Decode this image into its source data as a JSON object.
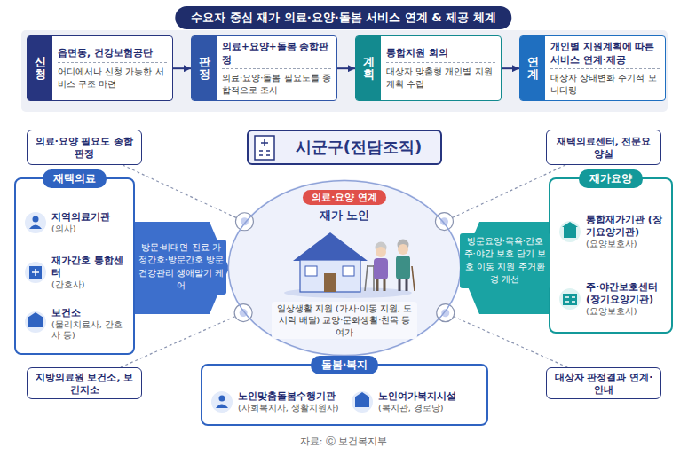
{
  "diagram": {
    "title": "수요자 중심 재가 의료·요양·돌봄 서비스 연계 & 제공 체계",
    "caption": "자료: ⓒ 보건복지부",
    "nodes": [
      {
        "text": [
          "신청",
          "읍면동, 건강보험공단",
          "어디에서나 신청 가능한 서비스 구조 마련"
        ]
      },
      {
        "text": [
          "판정",
          "의료+요양+돌봄 종합판정",
          "의료·요양·돌봄 필요도를 종합적으로 조사"
        ]
      },
      {
        "text": [
          "계획",
          "통합지원 회의",
          "대상자 맞춤형 개인별 지원계획 수립"
        ]
      },
      {
        "text": [
          "연계",
          "개인별 지원계획에 따른 서비스 연계·제공",
          "대상자 상태변화 주기적 모니터링"
        ]
      },
      {
        "text": [
          "의료·요양 필요도 종합판정"
        ]
      },
      {
        "text": [
          "시군구(전담조직)"
        ]
      },
      {
        "text": [
          "재택의료센터, 전문요양실"
        ]
      },
      {
        "text": [
          "재택의료"
        ]
      },
      {
        "text": [
          "지역의료기관",
          "(의사)"
        ],
        "in": 7
      },
      {
        "text": [
          "재가간호 통합센터",
          "(간호사)"
        ],
        "in": 7
      },
      {
        "text": [
          "보건소",
          "(물리치료사, 간호사 등)"
        ],
        "in": 7
      },
      {
        "text": [
          "의료·요양 연계",
          "재가 노인",
          "일상생활 지원 (가사·이동 지원, 도시락 배달) 교양·문화생활·친목 등 여가"
        ]
      },
      {
        "text": [
          "재가요양"
        ]
      },
      {
        "text": [
          "통합재가기관 (장기요양기관)",
          "(요양보호사)"
        ],
        "in": 12
      },
      {
        "text": [
          "주·야간보호센터 (장기요양기관)",
          "(요양보호사)"
        ],
        "in": 12
      },
      {
        "text": [
          "지방의료원 보건소, 보건지소"
        ]
      },
      {
        "text": [
          "돌봄·복지"
        ]
      },
      {
        "text": [
          "노인맞춤돌봄수행기관",
          "(사회복지사, 생활지원사)"
        ],
        "in": 16
      },
      {
        "text": [
          "노인여가복지시설",
          "(복지관, 경로당)"
        ],
        "in": 16
      },
      {
        "text": [
          "대상자 판정결과 연계·안내"
        ]
      }
    ],
    "edges": [
      {
        "from": 0,
        "to": 1,
        "arrow": "to"
      },
      {
        "from": 1,
        "to": 2,
        "arrow": "to"
      },
      {
        "from": 2,
        "to": 3,
        "arrow": "to"
      },
      {
        "from": 7,
        "to": 11,
        "label": "방문·비대면 진료 가정간호·방문간호 방문 건강관리 생애말기 케어",
        "arrow": "to"
      },
      {
        "from": 12,
        "to": 11,
        "label": "방문요양·목욕·간호 주·야간 보호 단기 보호 이동 지원 주거환경 개선",
        "arrow": "to"
      },
      {
        "from": 4,
        "to": 11,
        "arrow": "none"
      },
      {
        "from": 6,
        "to": 11,
        "arrow": "none"
      },
      {
        "from": 15,
        "to": 11,
        "arrow": "none"
      },
      {
        "from": 19,
        "to": 11,
        "arrow": "none"
      }
    ]
  }
}
